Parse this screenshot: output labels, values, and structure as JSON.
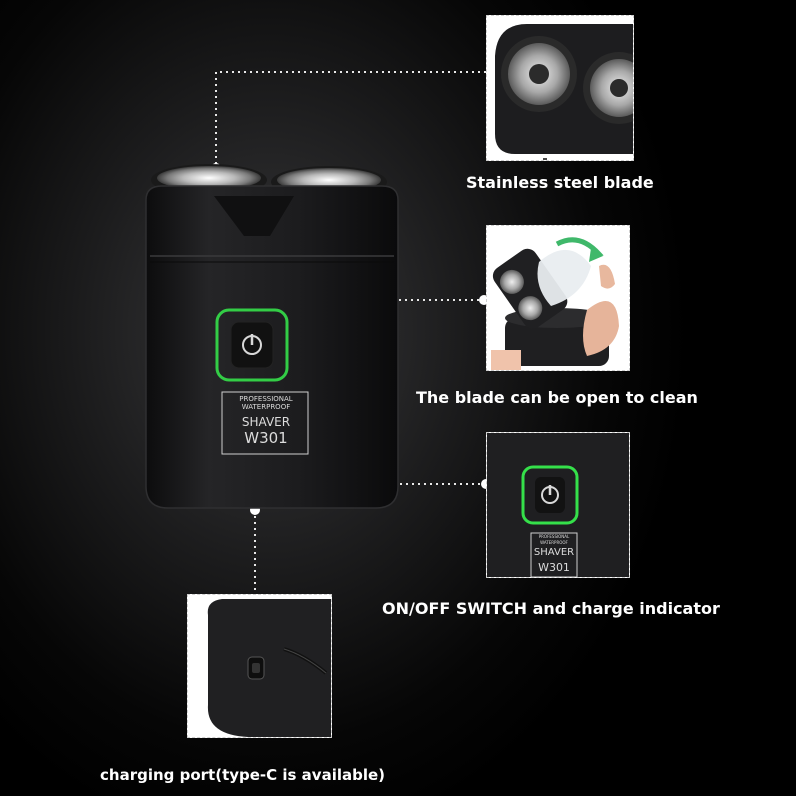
{
  "device": {
    "printed": {
      "line1": "PROFESSIONAL",
      "line2": "WATERPROOF",
      "brand": "SHAVER",
      "model": "W301"
    }
  },
  "callouts": {
    "blade": "Stainless steel blade",
    "open_clean": "The blade can be open to clean",
    "switch": "ON/OFF SWITCH and charge indicator",
    "port": "charging port(type-C is available)"
  },
  "colors": {
    "indicator_green": "#35e04a",
    "body": "#1e1e20",
    "label": "#ffffff"
  }
}
